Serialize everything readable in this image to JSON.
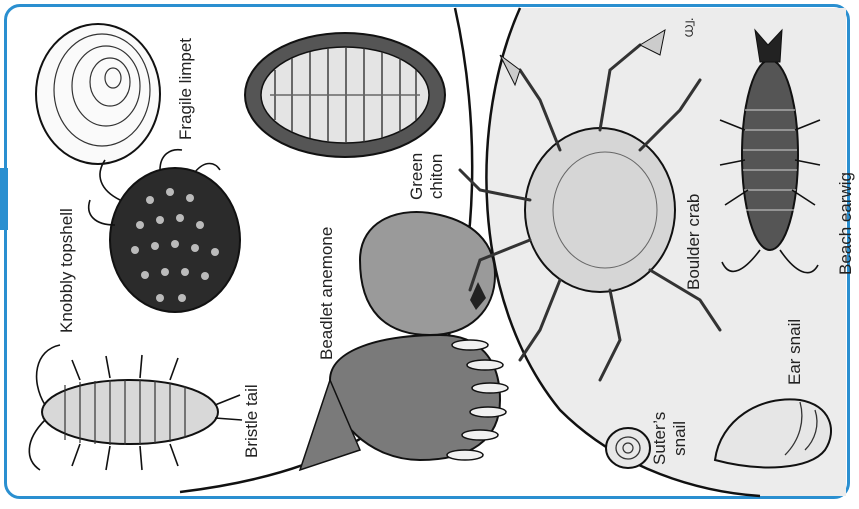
{
  "labels": {
    "fragile_limpet": "Fragile limpet",
    "knobbly_topshell": "Knobbly topshell",
    "bristle_tail": "Bristle tail",
    "beadlet_anemone": "Beadlet  anemone",
    "green_chiton_line1": "Green",
    "green_chiton_line2": "chiton",
    "boulder_crab": "Boulder crab",
    "beach_earwig": "Beach earwig",
    "suters_snail_line1": "Suter’s",
    "suters_snail_line2": "snail",
    "ear_snail": "Ear snail"
  },
  "signature": "ധ്വ.",
  "colors": {
    "frame": "#2a8fd0",
    "ink": "#222222",
    "zone_shade": "#ebebeb"
  }
}
